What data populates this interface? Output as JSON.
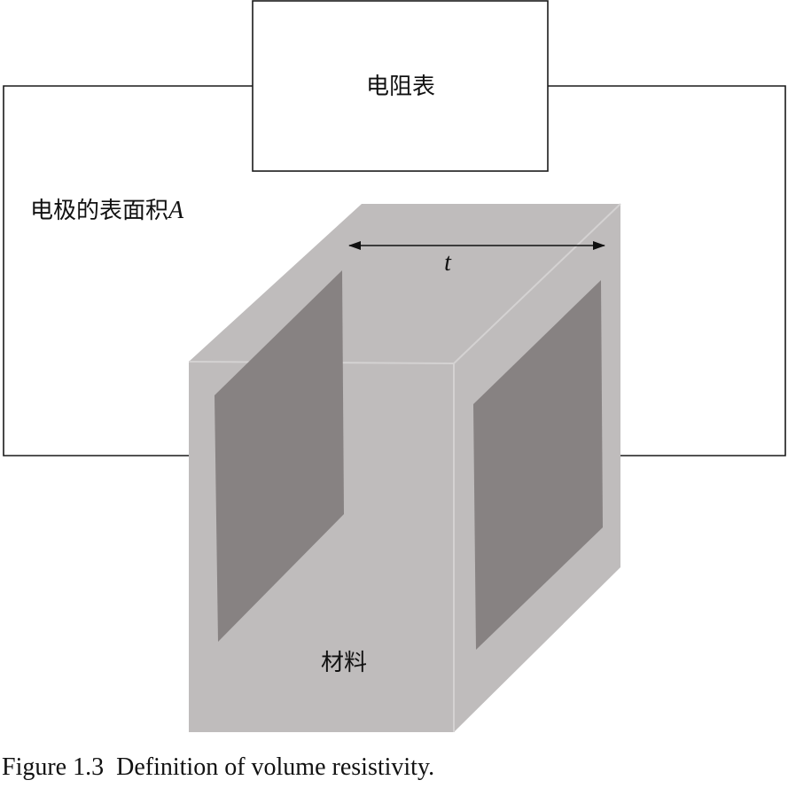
{
  "meter": {
    "label": "电阻表"
  },
  "electrode": {
    "label": "电极的表面积",
    "symbol": "A"
  },
  "material": {
    "label": "材料"
  },
  "thickness": {
    "symbol": "t"
  },
  "caption": {
    "figure_number": "Figure 1.3",
    "text": "Definition of volume resistivity."
  },
  "colors": {
    "wire": "#1a1a1a",
    "material_face": "#bfbcbc",
    "electrode_face": "#878282",
    "arrow": "#111111"
  }
}
